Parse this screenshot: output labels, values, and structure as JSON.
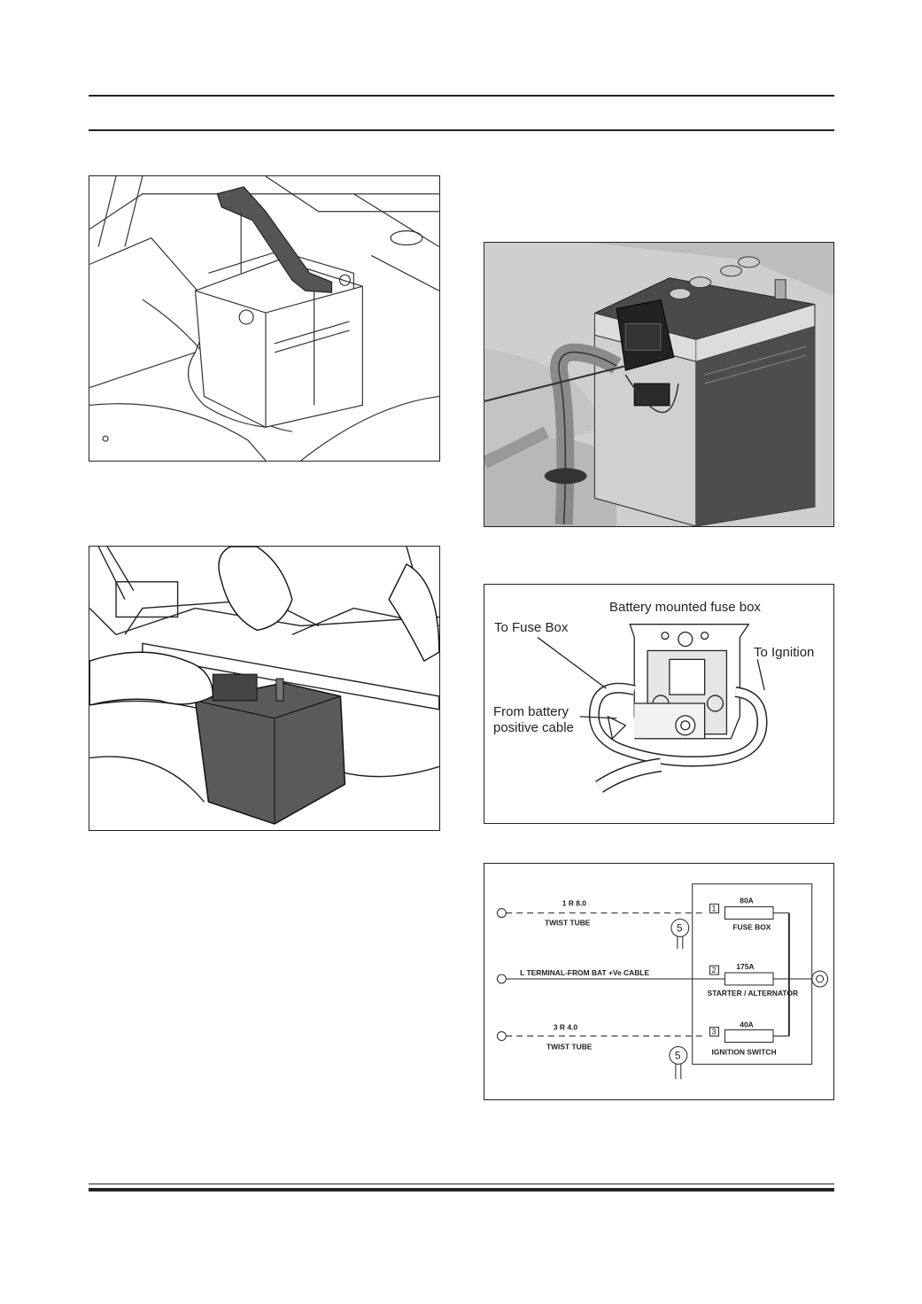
{
  "fuse_box_figure": {
    "title": "Battery mounted fuse box",
    "to_fuse_box": "To Fuse Box",
    "to_ignition": "To Ignition",
    "from_battery_line1": "From battery",
    "from_battery_line2": "positive cable"
  },
  "wiring_diagram": {
    "circuit1": {
      "spec": "1  R  8.0",
      "sleeve": "TWIST TUBE",
      "pin": "1",
      "fuse_rating": "80A",
      "fuse_label": "FUSE BOX",
      "ground_ref": "5"
    },
    "circuit2": {
      "spec": "L TERMINAL-FROM BAT +Ve CABLE",
      "pin": "2",
      "fuse_rating": "175A",
      "fuse_label": "STARTER / ALTERNATOR"
    },
    "circuit3": {
      "spec": "3  R  4.0",
      "sleeve": "TWIST TUBE",
      "pin": "3",
      "fuse_rating": "40A",
      "fuse_label": "IGNITION SWITCH",
      "ground_ref": "5"
    }
  }
}
